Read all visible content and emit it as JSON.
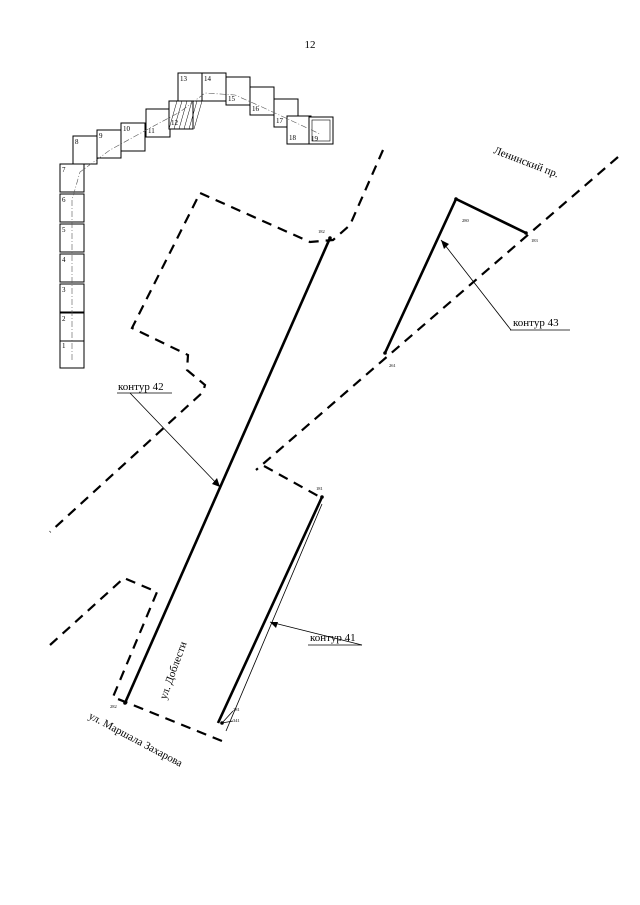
{
  "page_number": "12",
  "sheet_index": [
    "1",
    "2",
    "3",
    "4",
    "5",
    "6",
    "7",
    "8",
    "9",
    "10",
    "11",
    "12",
    "13",
    "14",
    "15",
    "16",
    "17",
    "18",
    "19"
  ],
  "streets": {
    "leninsky": "Ленинский пр.",
    "doblesti": "ул. Доблести",
    "zakharova": "ул. Маршала Захарова"
  },
  "contours": {
    "c41": "контур 41",
    "c42": "контур 42",
    "c43": "контур 43"
  },
  "points": {
    "p181": "181",
    "p182": "182",
    "p183": "183",
    "p280": "280",
    "p281": "281",
    "p282": "282",
    "p341": "341",
    "p261": "261"
  }
}
